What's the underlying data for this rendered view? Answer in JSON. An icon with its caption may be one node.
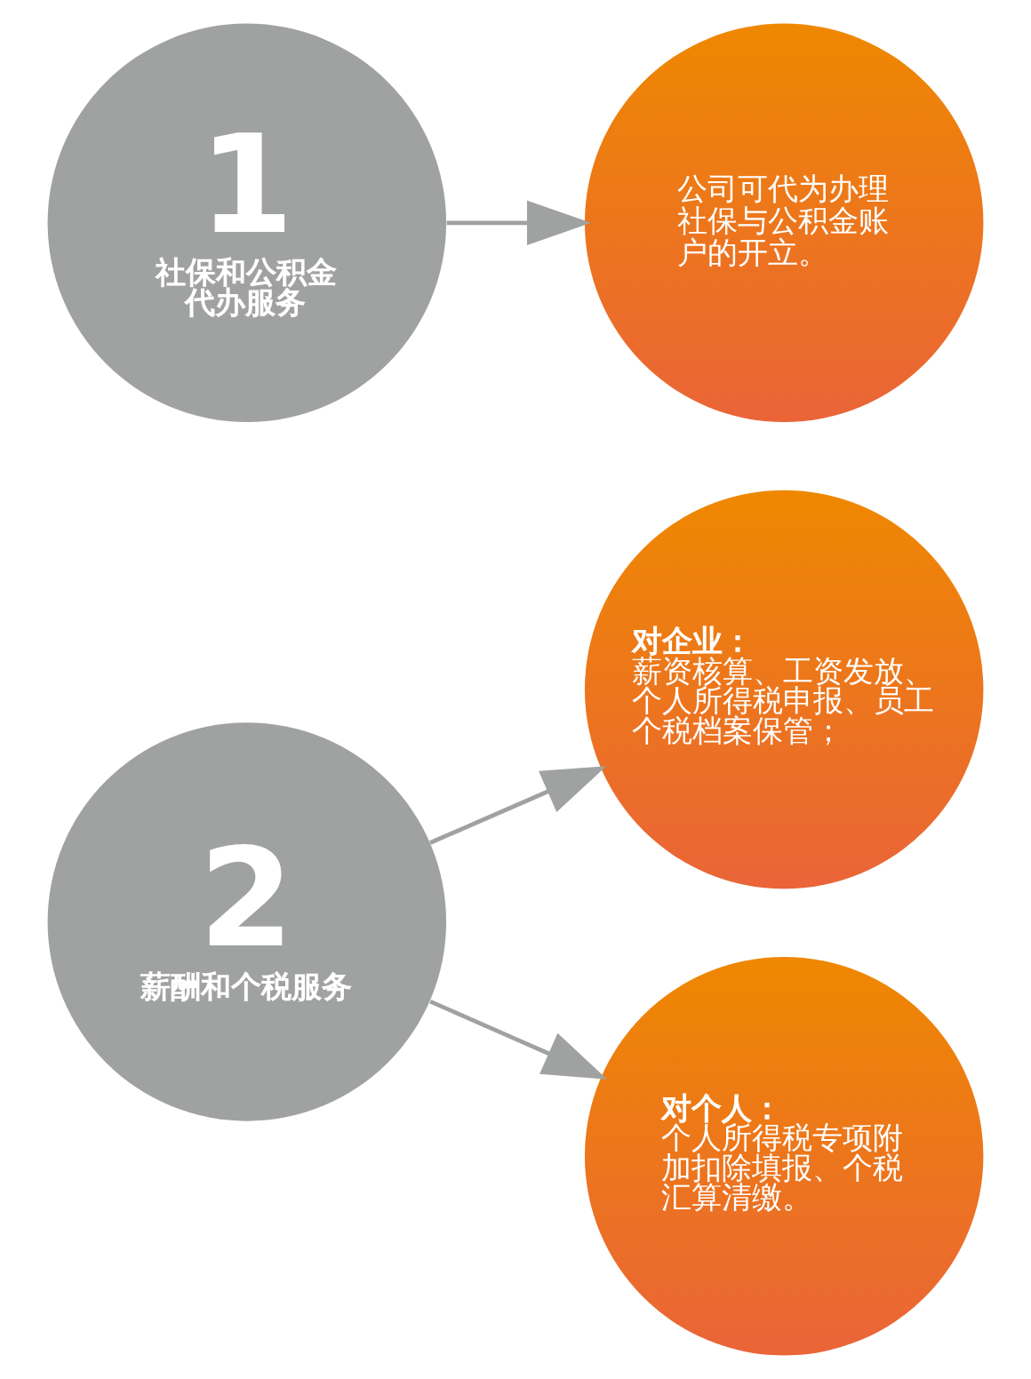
{
  "diagram": {
    "nodes": [
      {
        "text": [
          "1",
          "社保和公积金代办服务"
        ]
      },
      {
        "text": [
          "公司可代为办理社保与公积金账户的开立。"
        ]
      },
      {
        "text": [
          "2",
          "薪酬和个税服务"
        ]
      },
      {
        "text": [
          "对企业：",
          "薪资核算、工资发放、个人所得税申报、员工个税档案保管；"
        ]
      },
      {
        "text": [
          "对个人：",
          "个人所得税专项附加扣除填报、个税汇算清缴。"
        ]
      }
    ],
    "edges": [
      {
        "from": 0,
        "to": 1,
        "arrow": "to"
      },
      {
        "from": 2,
        "to": 3,
        "arrow": "to"
      },
      {
        "from": 2,
        "to": 4,
        "arrow": "to"
      }
    ]
  }
}
